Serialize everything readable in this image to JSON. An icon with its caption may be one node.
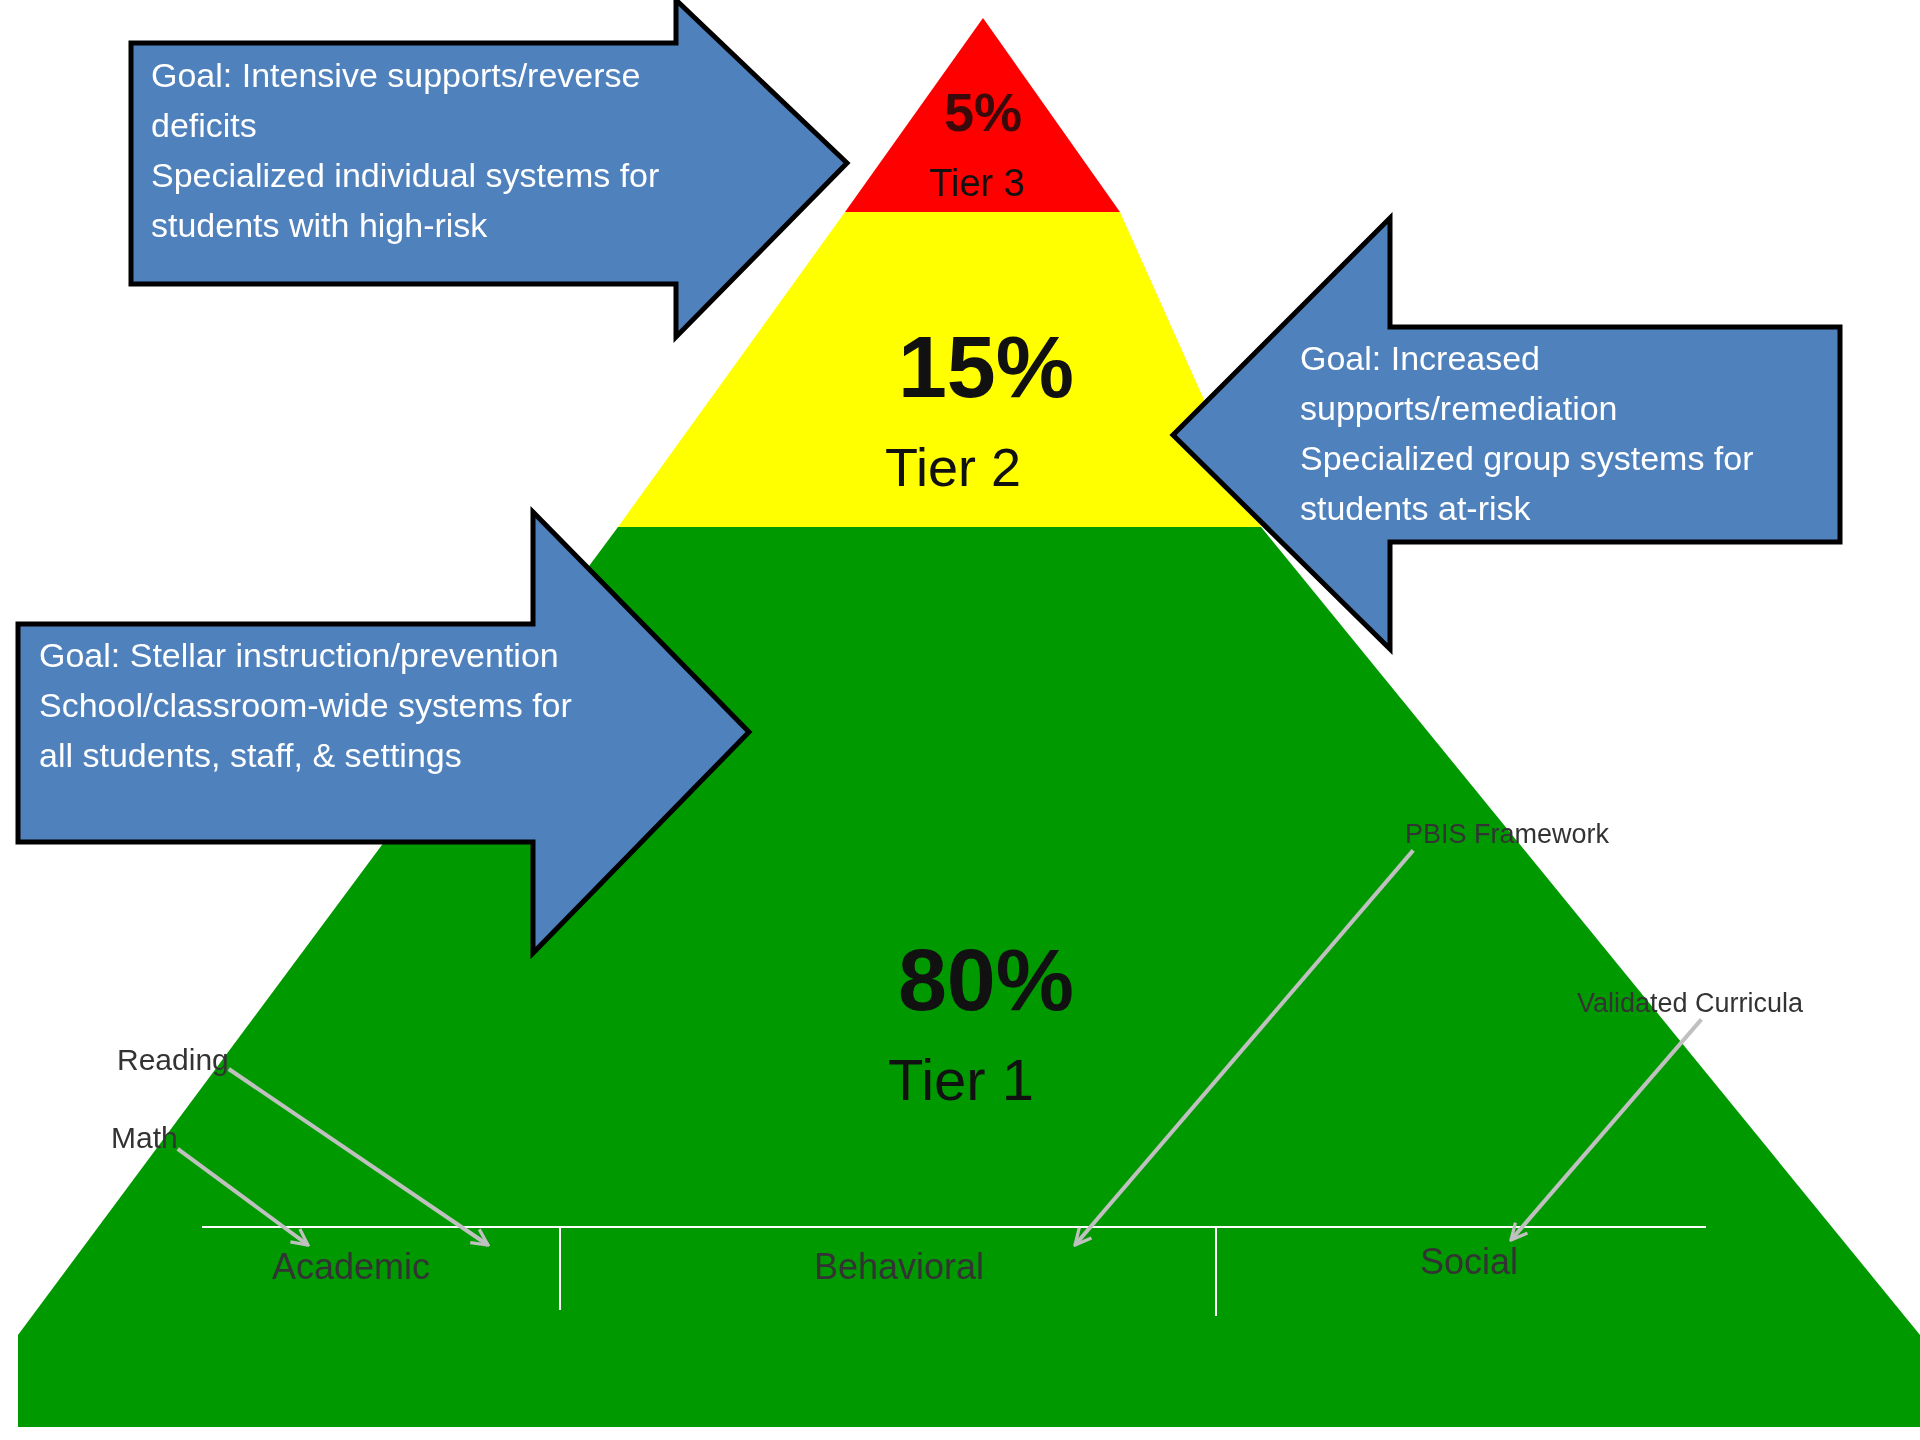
{
  "diagram": {
    "nodes": [
      {
        "text": [
          "Goal: Intensive supports/reverse deficits",
          "Specialized individual systems for students with high-risk"
        ]
      },
      {
        "text": [
          "5%",
          "Tier 3"
        ]
      },
      {
        "text": [
          "15%",
          "Tier 2"
        ]
      },
      {
        "text": [
          "Goal: Increased supports/remediation",
          "Specialized group systems for students at-risk"
        ]
      },
      {
        "text": [
          "Goal: Stellar instruction/prevention",
          "School/classroom-wide systems for all students, staff, & settings"
        ]
      },
      {
        "text": [
          "80%",
          "Tier 1"
        ]
      },
      {
        "text": [
          "PBIS Framework"
        ],
        "in": 5
      },
      {
        "text": [
          "Validated Curricula"
        ]
      },
      {
        "text": [
          "Reading"
        ]
      },
      {
        "text": [
          "Math"
        ]
      },
      {
        "text": [
          "Academic"
        ],
        "in": 5
      },
      {
        "text": [
          "Behavioral"
        ],
        "in": 5
      },
      {
        "text": [
          "Social"
        ],
        "in": 5
      }
    ],
    "edges": [
      {
        "from": 9,
        "to": 10,
        "arrow": "to"
      },
      {
        "from": 8,
        "to": 10,
        "arrow": "to"
      },
      {
        "from": 6,
        "to": 11,
        "arrow": "to"
      },
      {
        "from": 7,
        "to": 12,
        "arrow": "to"
      }
    ]
  }
}
